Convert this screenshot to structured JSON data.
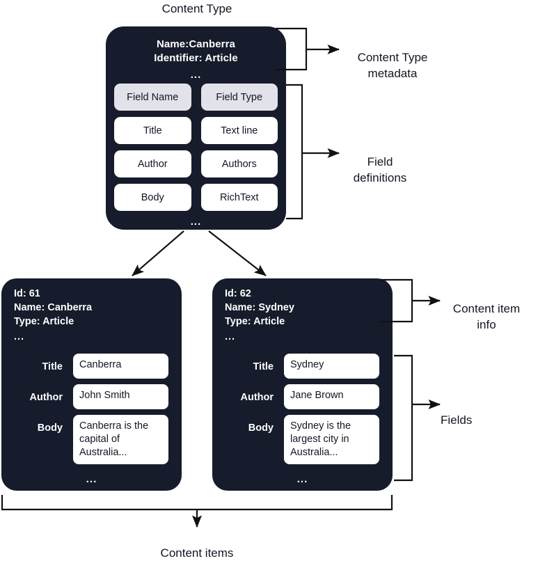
{
  "diagram": {
    "title": "Content Type",
    "bottom_label": "Content items",
    "ellipsis": "...",
    "annotations": {
      "metadata": "Content Type\nmetadata",
      "field_definitions": "Field\ndefinitions",
      "content_item_info": "Content item\ninfo",
      "fields": "Fields"
    },
    "colors": {
      "card_background": "#161C2B",
      "card_text": "#ffffff",
      "value_box": "#ffffff",
      "header_pill": "#E2E3EA",
      "line": "#111111",
      "page_background": "#ffffff"
    }
  },
  "content_type": {
    "name_line": "Name:Canberra",
    "identifier_line": "Identifier: Article",
    "table": {
      "headers": [
        "Field Name",
        "Field Type"
      ],
      "rows": [
        [
          "Title",
          "Text line"
        ],
        [
          "Author",
          "Authors"
        ],
        [
          "Body",
          "RichText"
        ]
      ]
    }
  },
  "content_items": [
    {
      "id_line": "Id: 61",
      "name_line": "Name: Canberra",
      "type_line": "Type: Article",
      "fields": [
        {
          "label": "Title",
          "value": "Canberra"
        },
        {
          "label": "Author",
          "value": "John Smith"
        },
        {
          "label": "Body",
          "value": "Canberra is the capital of Australia..."
        }
      ]
    },
    {
      "id_line": "Id: 62",
      "name_line": "Name: Sydney",
      "type_line": "Type: Article",
      "fields": [
        {
          "label": "Title",
          "value": "Sydney"
        },
        {
          "label": "Author",
          "value": "Jane Brown"
        },
        {
          "label": "Body",
          "value": "Sydney is the largest city in Australia..."
        }
      ]
    }
  ]
}
